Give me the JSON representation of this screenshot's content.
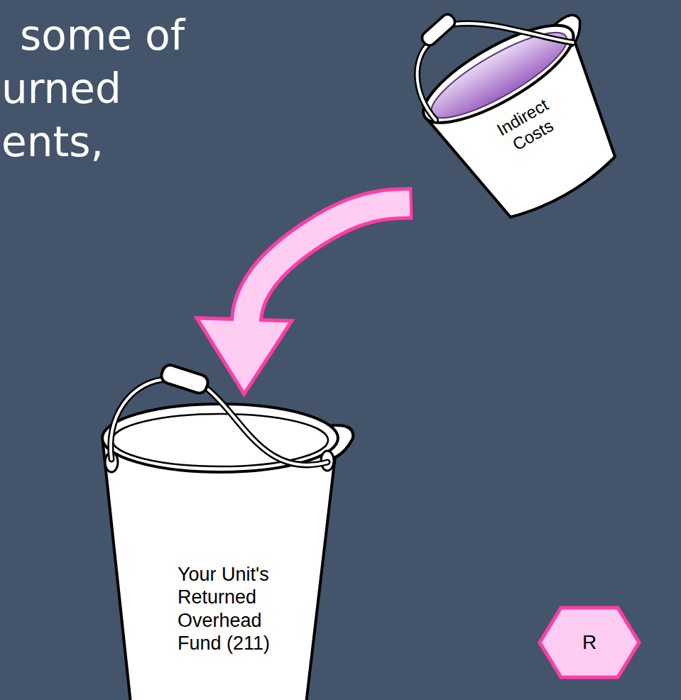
{
  "diagram": {
    "nodes": [
      {
        "text": [
          "Indirect Costs"
        ]
      },
      {
        "text": [
          "Your Unit's Returned Overhead Fund (211)"
        ]
      },
      {
        "text": [
          "R"
        ]
      }
    ],
    "edges": [
      {
        "from": 0,
        "to": 1,
        "arrow": "to"
      }
    ],
    "labels": [
      "some of",
      "urned",
      "ents,"
    ]
  }
}
